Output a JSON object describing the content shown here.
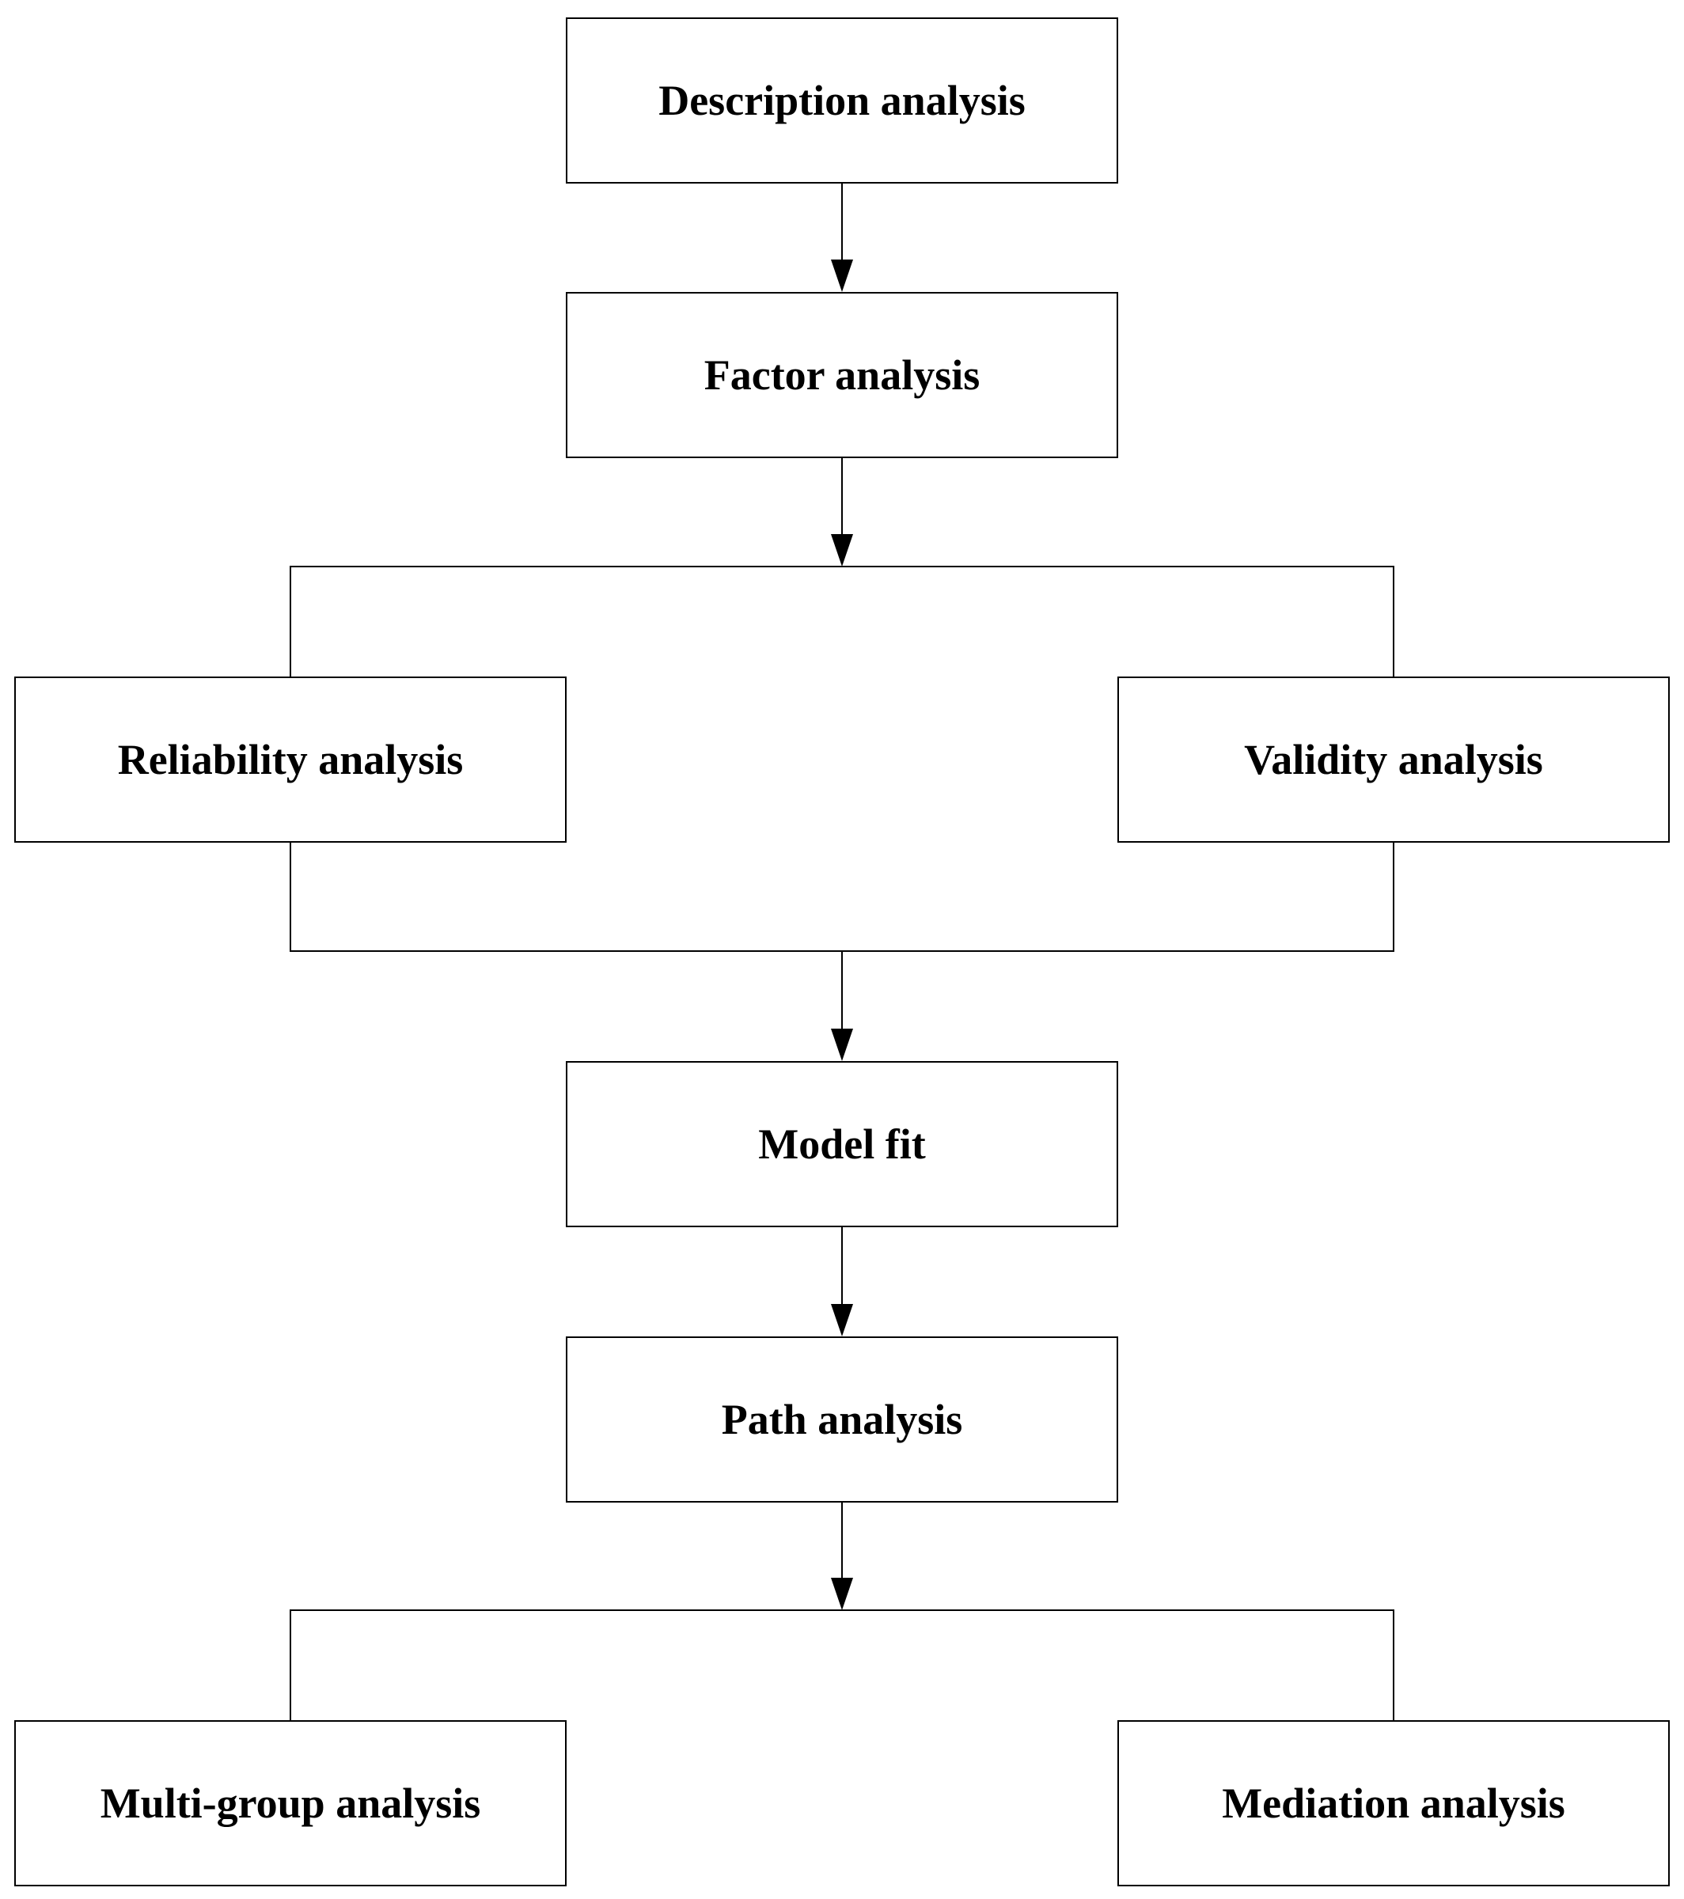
{
  "nodes": {
    "description": "Description analysis",
    "factor": "Factor analysis",
    "reliability": "Reliability analysis",
    "validity": "Validity analysis",
    "model_fit": "Model fit",
    "path": "Path analysis",
    "multigroup": "Multi-group analysis",
    "mediation": "Mediation analysis"
  },
  "colors": {
    "stroke": "#000000",
    "background": "#ffffff"
  }
}
